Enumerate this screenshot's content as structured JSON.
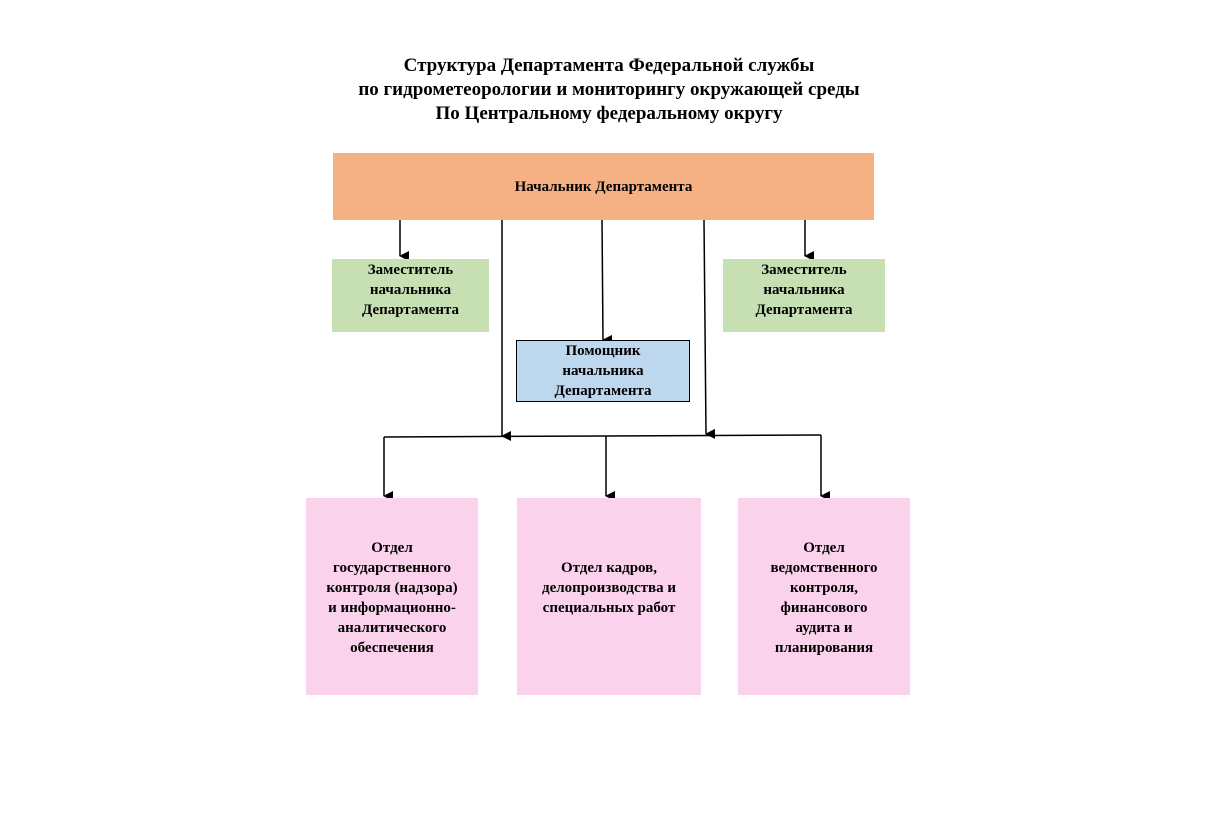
{
  "title": {
    "line1": "Структура  Департамента Федеральной службы",
    "line2": "по гидрометеорологии и мониторингу окружающей среды",
    "line3": "По Центральному федеральному округу"
  },
  "head": {
    "label": "Начальник Департамента"
  },
  "deputy_left": {
    "line1": "Заместитель",
    "line2": "начальника",
    "line3": "Департамента"
  },
  "deputy_right": {
    "line1": "Заместитель",
    "line2": "начальника",
    "line3": "Департамента"
  },
  "assistant": {
    "line1": "Помощник",
    "line2": "начальника",
    "line3": "Департамента"
  },
  "dept_left": {
    "line1": "Отдел",
    "line2": "государственного",
    "line3": "контроля (надзора)",
    "line4": "и информационно-",
    "line5": "аналитического",
    "line6": "обеспечения"
  },
  "dept_center": {
    "line1": "Отдел кадров,",
    "line2": "делопроизводства и",
    "line3": "специальных работ"
  },
  "dept_right": {
    "line1": "Отдел",
    "line2": "ведомственного",
    "line3": "контроля,",
    "line4": "финансового",
    "line5": "аудита и",
    "line6": "планирования"
  },
  "colors": {
    "head": "#f5b083",
    "deputy": "#c6e0b4",
    "assistant": "#bdd7ee",
    "department": "#fbd2ec"
  }
}
